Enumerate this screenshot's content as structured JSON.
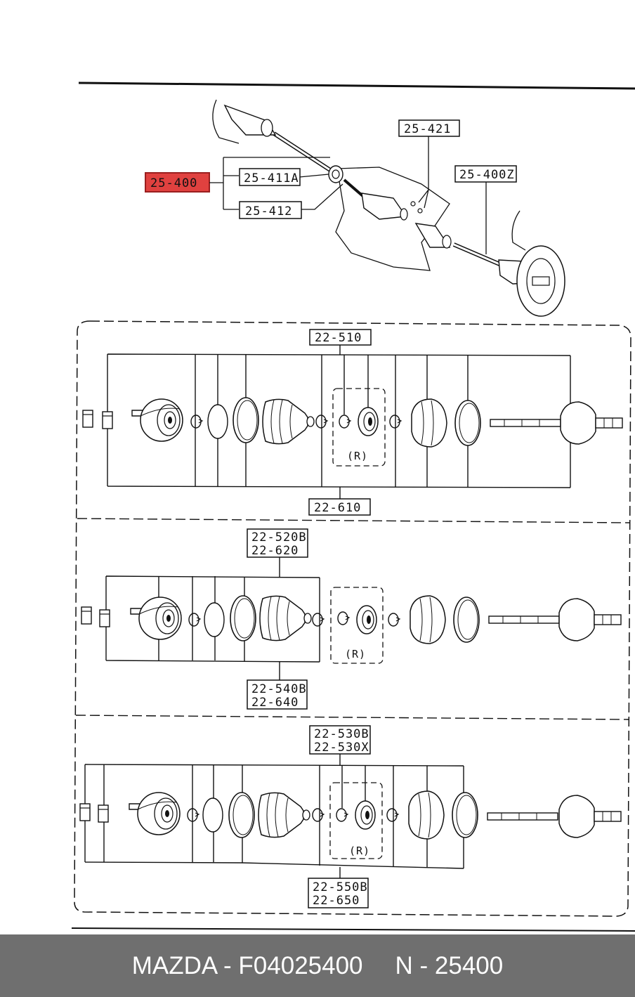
{
  "callouts": {
    "main_highlight": "25-400",
    "p25_411a": "25-411A",
    "p25_412": "25-412",
    "p25_421": "25-421",
    "p25_400z": "25-400Z"
  },
  "highlight_color": "#e0413f",
  "section1": {
    "top": "22-510",
    "bottom": "22-610",
    "repair": "(R)"
  },
  "section2": {
    "top1": "22-520B",
    "top2": "22-620",
    "bottom1": "22-540B",
    "bottom2": "22-640",
    "repair": "(R)"
  },
  "section3": {
    "top1": "22-530B",
    "top2": "22-530X",
    "bottom1": "22-550B",
    "bottom2": "22-650",
    "repair": "(R)"
  },
  "footer": {
    "left": "MAZDA - F04025400",
    "right": "N - 25400"
  }
}
